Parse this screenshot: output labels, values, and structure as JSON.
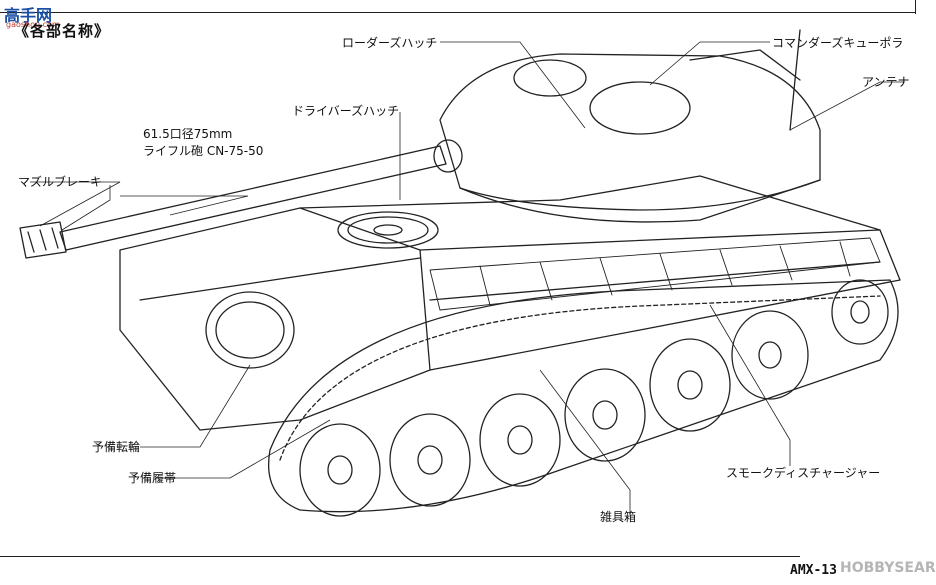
{
  "header": {
    "logo_text": "高手网",
    "logo_sub": "gaoshou.com",
    "title": "《各部名称》"
  },
  "labels": {
    "loader_hatch": "ローダーズハッチ",
    "commander_cupola": "コマンダーズキューポラ",
    "antenna": "アンテナ",
    "driver_hatch": "ドライバーズハッチ",
    "gun_line1": "61.5口径75mm",
    "gun_line2": "ライフル砲 CN-75-50",
    "muzzle_brake": "マズルブレーキ",
    "spare_wheel": "予備転輪",
    "spare_track": "予備履帯",
    "smoke_discharger": "スモークディスチャージャー",
    "stowage_box": "雑具箱"
  },
  "footer": {
    "model": "AMX-13",
    "watermark": "HOBBYSEARCH"
  },
  "colors": {
    "ink": "#111111",
    "logo": "#1b4fa3",
    "logo_sub": "#c0392b"
  }
}
